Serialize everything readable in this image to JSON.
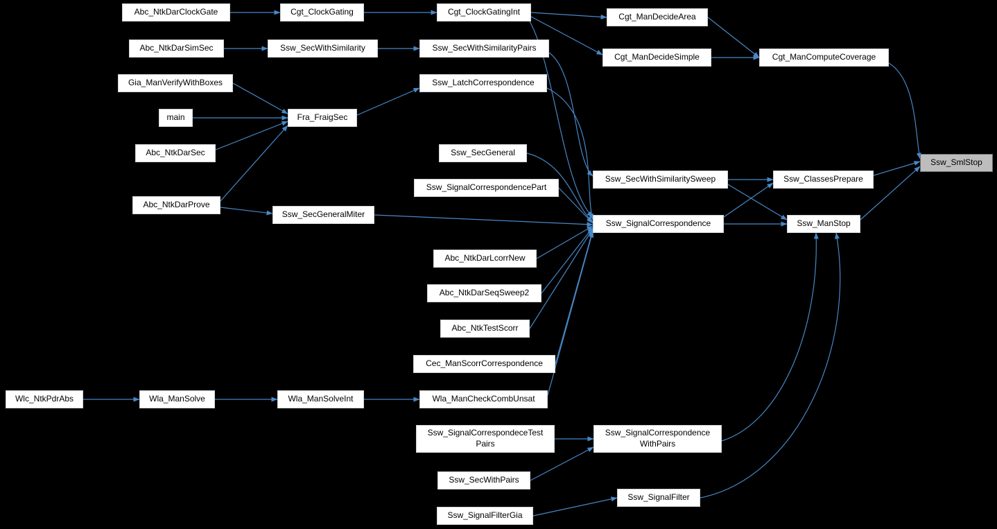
{
  "diagram": {
    "type": "call-graph",
    "background": "#000000",
    "edge_color": "#4788C8",
    "node": {
      "bg": "#ffffff",
      "border": "#d0d3d8",
      "text": "#000000"
    },
    "highlight": {
      "bg": "#bdbdbd",
      "border": "#6e6e6e"
    },
    "highlight_node": "Ssw_SmlStop",
    "nodes": [
      {
        "id": "abc_ntkdarclockgate",
        "label": "Abc_NtkDarClockGate",
        "highlighted": false
      },
      {
        "id": "cgt_clockgating",
        "label": "Cgt_ClockGating",
        "highlighted": false
      },
      {
        "id": "cgt_clockgatingint",
        "label": "Cgt_ClockGatingInt",
        "highlighted": false
      },
      {
        "id": "cgt_mandecidearea",
        "label": "Cgt_ManDecideArea",
        "highlighted": false
      },
      {
        "id": "abc_ntkdarsimsec",
        "label": "Abc_NtkDarSimSec",
        "highlighted": false
      },
      {
        "id": "ssw_secwithsimilarity",
        "label": "Ssw_SecWithSimilarity",
        "highlighted": false
      },
      {
        "id": "ssw_secwithsimilaritypairs",
        "label": "Ssw_SecWithSimilarityPairs",
        "highlighted": false
      },
      {
        "id": "cgt_mandecidesimple",
        "label": "Cgt_ManDecideSimple",
        "highlighted": false
      },
      {
        "id": "cgt_mancomputecoverage",
        "label": "Cgt_ManComputeCoverage",
        "highlighted": false
      },
      {
        "id": "gia_manverifywithboxes",
        "label": "Gia_ManVerifyWithBoxes",
        "highlighted": false
      },
      {
        "id": "ssw_latchcorrespondence",
        "label": "Ssw_LatchCorrespondence",
        "highlighted": false
      },
      {
        "id": "main",
        "label": "main",
        "highlighted": false
      },
      {
        "id": "fra_fraigsec",
        "label": "Fra_FraigSec",
        "highlighted": false
      },
      {
        "id": "abc_ntkdarsec",
        "label": "Abc_NtkDarSec",
        "highlighted": false
      },
      {
        "id": "ssw_secgeneral",
        "label": "Ssw_SecGeneral",
        "highlighted": false
      },
      {
        "id": "ssw_smlstop",
        "label": "Ssw_SmlStop",
        "highlighted": true
      },
      {
        "id": "ssw_signalcorrespondencepart",
        "label": "Ssw_SignalCorrespondencePart",
        "highlighted": false
      },
      {
        "id": "ssw_secwithsimilaritysweep",
        "label": "Ssw_SecWithSimilaritySweep",
        "highlighted": false
      },
      {
        "id": "ssw_classesprepare",
        "label": "Ssw_ClassesPrepare",
        "highlighted": false
      },
      {
        "id": "abc_ntkdarprove",
        "label": "Abc_NtkDarProve",
        "highlighted": false
      },
      {
        "id": "ssw_secgeneralmiter",
        "label": "Ssw_SecGeneralMiter",
        "highlighted": false
      },
      {
        "id": "ssw_signalcorrespondence",
        "label": "Ssw_SignalCorrespondence",
        "highlighted": false
      },
      {
        "id": "ssw_manstop",
        "label": "Ssw_ManStop",
        "highlighted": false
      },
      {
        "id": "abc_ntkdarlcorrnew",
        "label": "Abc_NtkDarLcorrNew",
        "highlighted": false
      },
      {
        "id": "abc_ntkdarseqsweep2",
        "label": "Abc_NtkDarSeqSweep2",
        "highlighted": false
      },
      {
        "id": "abc_ntktestscorr",
        "label": "Abc_NtkTestScorr",
        "highlighted": false
      },
      {
        "id": "cec_manscorrcorrespondence",
        "label": "Cec_ManScorrCorrespondence",
        "highlighted": false
      },
      {
        "id": "wlc_ntkpdrabs",
        "label": "Wlc_NtkPdrAbs",
        "highlighted": false
      },
      {
        "id": "wla_mansolve",
        "label": "Wla_ManSolve",
        "highlighted": false
      },
      {
        "id": "wla_mansolveint",
        "label": "Wla_ManSolveInt",
        "highlighted": false
      },
      {
        "id": "wla_mancheckcombunsat",
        "label": "Wla_ManCheckCombUnsat",
        "highlighted": false
      },
      {
        "id": "ssw_sctestpairs",
        "label": "Ssw_SignalCorrespondeceTest\nPairs",
        "highlighted": false
      },
      {
        "id": "ssw_scwithpairs",
        "label": "Ssw_SignalCorrespondence\nWithPairs",
        "highlighted": false
      },
      {
        "id": "ssw_secwithpairs",
        "label": "Ssw_SecWithPairs",
        "highlighted": false
      },
      {
        "id": "ssw_signalfilter",
        "label": "Ssw_SignalFilter",
        "highlighted": false
      },
      {
        "id": "ssw_signalfiltergia",
        "label": "Ssw_SignalFilterGia",
        "highlighted": false
      }
    ],
    "edges": [
      {
        "from": "abc_ntkdarclockgate",
        "to": "cgt_clockgating"
      },
      {
        "from": "cgt_clockgating",
        "to": "cgt_clockgatingint"
      },
      {
        "from": "cgt_clockgatingint",
        "to": "cgt_mandecidearea"
      },
      {
        "from": "cgt_clockgatingint",
        "to": "cgt_mandecidesimple"
      },
      {
        "from": "cgt_clockgatingint",
        "to": "ssw_signalcorrespondence"
      },
      {
        "from": "cgt_mandecidearea",
        "to": "cgt_mancomputecoverage"
      },
      {
        "from": "cgt_mandecidesimple",
        "to": "cgt_mancomputecoverage"
      },
      {
        "from": "cgt_mancomputecoverage",
        "to": "ssw_smlstop"
      },
      {
        "from": "abc_ntkdarsimsec",
        "to": "ssw_secwithsimilarity"
      },
      {
        "from": "ssw_secwithsimilarity",
        "to": "ssw_secwithsimilaritypairs"
      },
      {
        "from": "ssw_secwithsimilaritypairs",
        "to": "ssw_secwithsimilaritysweep"
      },
      {
        "from": "ssw_secwithsimilaritysweep",
        "to": "ssw_classesprepare"
      },
      {
        "from": "ssw_secwithsimilaritysweep",
        "to": "ssw_manstop"
      },
      {
        "from": "ssw_classesprepare",
        "to": "ssw_smlstop"
      },
      {
        "from": "ssw_manstop",
        "to": "ssw_smlstop"
      },
      {
        "from": "gia_manverifywithboxes",
        "to": "fra_fraigsec"
      },
      {
        "from": "main",
        "to": "fra_fraigsec"
      },
      {
        "from": "abc_ntkdarsec",
        "to": "fra_fraigsec"
      },
      {
        "from": "abc_ntkdarprove",
        "to": "fra_fraigsec"
      },
      {
        "from": "abc_ntkdarprove",
        "to": "ssw_secgeneralmiter"
      },
      {
        "from": "fra_fraigsec",
        "to": "ssw_latchcorrespondence"
      },
      {
        "from": "ssw_latchcorrespondence",
        "to": "ssw_signalcorrespondence"
      },
      {
        "from": "ssw_secgeneral",
        "to": "ssw_signalcorrespondence"
      },
      {
        "from": "ssw_signalcorrespondencepart",
        "to": "ssw_signalcorrespondence"
      },
      {
        "from": "ssw_secgeneralmiter",
        "to": "ssw_signalcorrespondence"
      },
      {
        "from": "abc_ntkdarlcorrnew",
        "to": "ssw_signalcorrespondence"
      },
      {
        "from": "abc_ntkdarseqsweep2",
        "to": "ssw_signalcorrespondence"
      },
      {
        "from": "abc_ntktestscorr",
        "to": "ssw_signalcorrespondence"
      },
      {
        "from": "cec_manscorrcorrespondence",
        "to": "ssw_signalcorrespondence"
      },
      {
        "from": "wla_mancheckcombunsat",
        "to": "ssw_signalcorrespondence"
      },
      {
        "from": "ssw_signalcorrespondence",
        "to": "ssw_classesprepare"
      },
      {
        "from": "ssw_signalcorrespondence",
        "to": "ssw_manstop"
      },
      {
        "from": "wlc_ntkpdrabs",
        "to": "wla_mansolve"
      },
      {
        "from": "wla_mansolve",
        "to": "wla_mansolveint"
      },
      {
        "from": "wla_mansolveint",
        "to": "wla_mancheckcombunsat"
      },
      {
        "from": "ssw_sctestpairs",
        "to": "ssw_scwithpairs"
      },
      {
        "from": "ssw_secwithpairs",
        "to": "ssw_scwithpairs"
      },
      {
        "from": "ssw_scwithpairs",
        "to": "ssw_manstop"
      },
      {
        "from": "ssw_signalfilter",
        "to": "ssw_manstop"
      },
      {
        "from": "ssw_signalfiltergia",
        "to": "ssw_signalfilter"
      }
    ]
  }
}
